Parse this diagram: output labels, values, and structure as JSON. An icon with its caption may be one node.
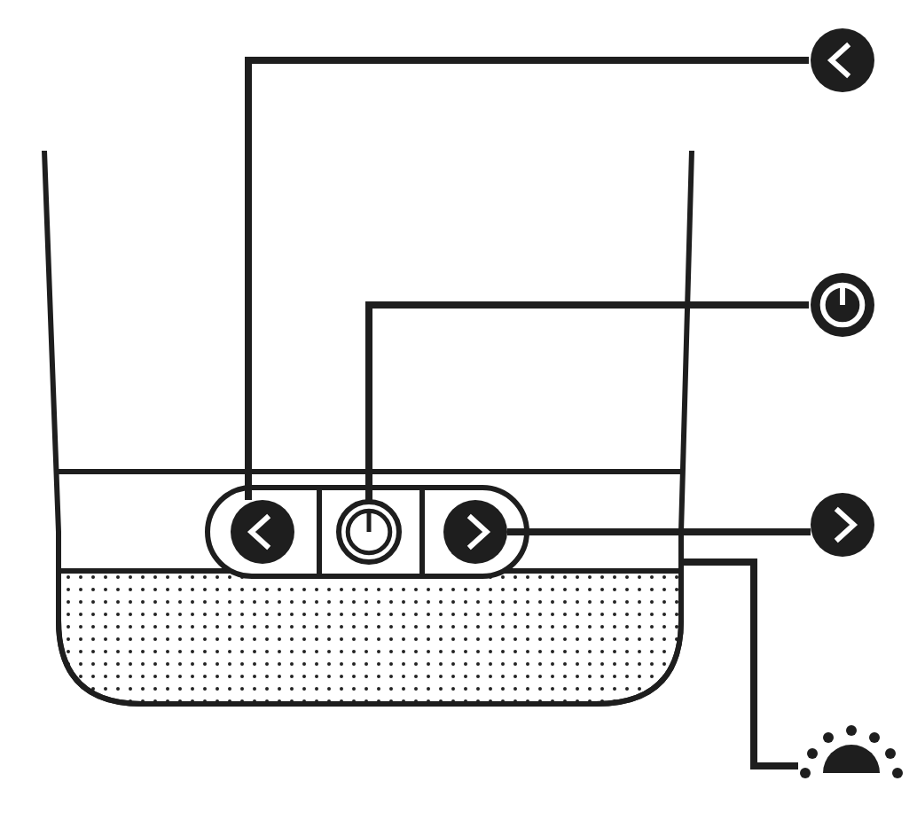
{
  "diagram": {
    "nodes": [
      {
        "text": [],
        "shape": "circle"
      },
      {
        "text": [],
        "shape": "circle"
      },
      {
        "text": [],
        "shape": "circle"
      },
      {
        "text": [],
        "shape": "picture"
      },
      {
        "text": [],
        "shape": "circle"
      },
      {
        "text": [],
        "shape": "circle"
      },
      {
        "text": [],
        "shape": "circle"
      },
      {
        "text": [],
        "shape": "box"
      }
    ],
    "edges": [
      {
        "from": 0,
        "to": 4,
        "arrow": "none"
      },
      {
        "from": 1,
        "to": 5,
        "arrow": "none"
      },
      {
        "from": 2,
        "to": 6,
        "arrow": "none"
      },
      {
        "from": 3,
        "to": 7,
        "arrow": "none"
      }
    ]
  }
}
